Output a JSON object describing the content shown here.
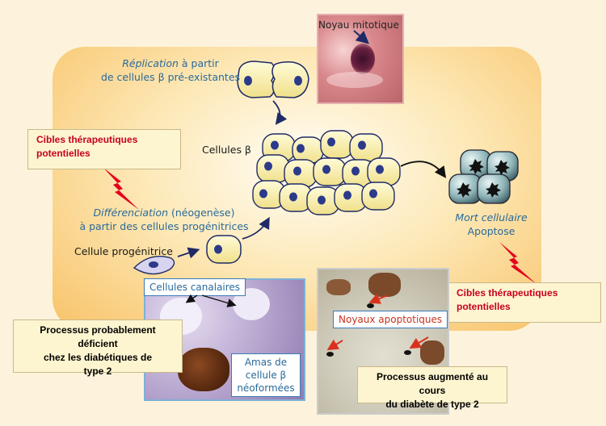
{
  "labels": {
    "replication_word": "Réplication",
    "replication_rest": " à partir",
    "replication_line2": "de cellules β pré-existantes",
    "cellules_beta": "Cellules β",
    "diff_word": "Différenciation",
    "diff_rest": " (néogenèse)",
    "diff_line2": "à partir des cellules progénitrices",
    "progenitrice": "Cellule progénitrice",
    "mort": "Mort cellulaire",
    "apoptose": "Apoptose",
    "noyau_mitotique": "Noyau mitotique",
    "cellules_canalaires": "Cellules canalaires",
    "amas_line1": "Amas de",
    "amas_line2": "cellule β",
    "amas_line3": "néoformées",
    "noyaux_apoptotiques": "Noyaux apoptotiques"
  },
  "boxes": {
    "cibles_left_1": "Cibles thérapeutiques",
    "cibles_left_2": "potentielles",
    "cibles_right_1": "Cibles thérapeutiques",
    "cibles_right_2": "potentielles",
    "deficient_1": "Processus probablement déficient",
    "deficient_2": "chez les diabétiques de",
    "deficient_3": "type 2",
    "augmente_1": "Processus augmenté au cours",
    "augmente_2": "du diabète de type 2"
  },
  "colors": {
    "cell_fill": "#fbf3b2",
    "nucleus": "#2b3a8a",
    "label_blue": "#2a6a9a",
    "warning_red": "#c8001e",
    "panel_orange": "#f8c267"
  }
}
